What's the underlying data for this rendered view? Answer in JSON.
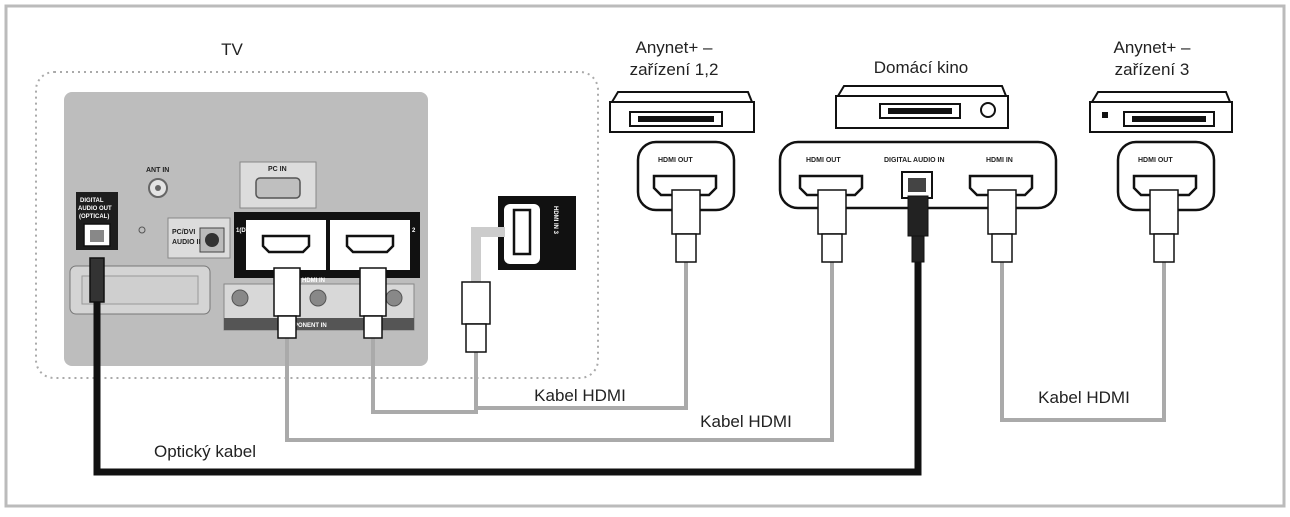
{
  "labels": {
    "tv": "TV",
    "anynet12_line1": "Anynet+ –",
    "anynet12_line2": "zařízení 1,2",
    "home_theater": "Domácí kino",
    "anynet3_line1": "Anynet+ –",
    "anynet3_line2": "zařízení 3",
    "cable_hdmi_1": "Kabel HDMI",
    "cable_hdmi_2": "Kabel HDMI",
    "cable_hdmi_3": "Kabel HDMI",
    "optical_cable": "Optický kabel"
  },
  "ports": {
    "hdmi_out_1": "HDMI OUT",
    "hdmi_out_ht": "HDMI OUT",
    "digital_audio_in": "DIGITAL AUDIO IN",
    "hdmi_in_ht": "HDMI IN",
    "hdmi_out_3": "HDMI OUT"
  },
  "tv_panel": {
    "digital_audio_out_1": "DIGITAL",
    "digital_audio_out_2": "AUDIO OUT",
    "digital_audio_out_3": "(OPTICAL)",
    "ant_in": "ANT IN",
    "pc_in": "PC IN",
    "pc_dvi_1": "PC/DVI",
    "pc_dvi_2": "AUDIO IN",
    "hdmi_in": "HDMI IN",
    "hdmi_1": "1(DVI)",
    "hdmi_2": "2",
    "hdmi_3": "HDMI IN 3",
    "component_in": "COMPONENT IN"
  }
}
